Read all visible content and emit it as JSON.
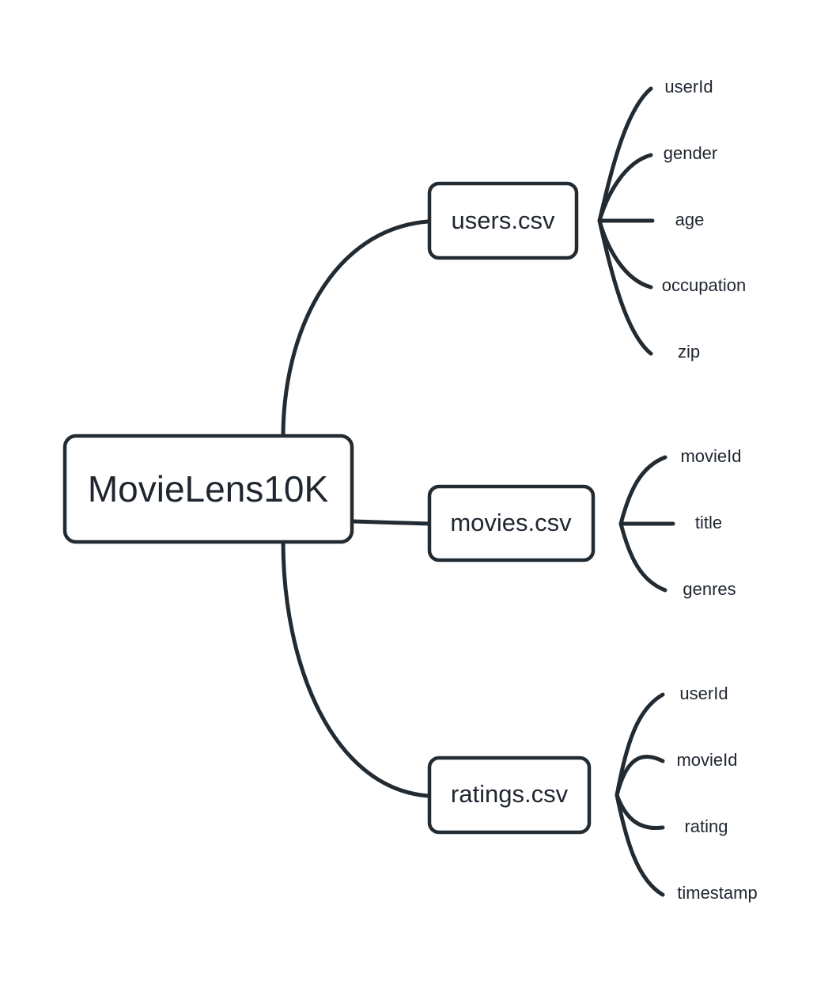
{
  "diagram": {
    "type": "mindmap",
    "title": "MovieLens10K",
    "background_color": "#ffffff",
    "stroke_color": "#232b32",
    "text_color": "#1f2630"
  },
  "root": {
    "label": "MovieLens10K"
  },
  "branches": [
    {
      "label": "users.csv",
      "leaves": [
        {
          "label": "userId"
        },
        {
          "label": "gender"
        },
        {
          "label": "age"
        },
        {
          "label": "occupation"
        },
        {
          "label": "zip"
        }
      ]
    },
    {
      "label": "movies.csv",
      "leaves": [
        {
          "label": "movieId"
        },
        {
          "label": "title"
        },
        {
          "label": "genres"
        }
      ]
    },
    {
      "label": "ratings.csv",
      "leaves": [
        {
          "label": "userId"
        },
        {
          "label": "movieId"
        },
        {
          "label": "rating"
        },
        {
          "label": "timestamp"
        }
      ]
    }
  ]
}
